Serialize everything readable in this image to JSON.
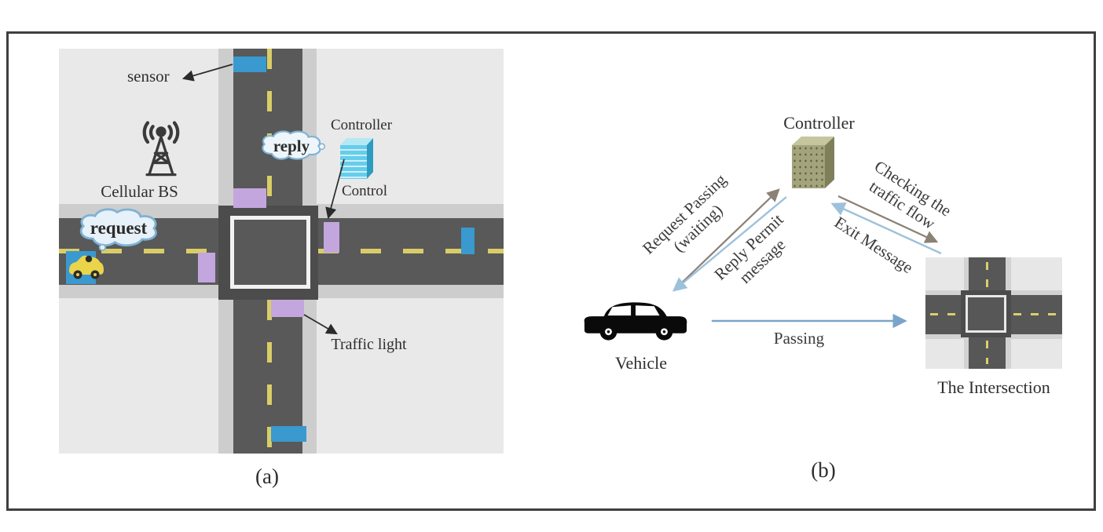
{
  "panel_a": {
    "caption": "(a)",
    "labels": {
      "sensor": "sensor",
      "cellular_bs": "Cellular BS",
      "controller": "Controller",
      "control": "Control",
      "traffic_light": "Traffic light"
    },
    "clouds": {
      "request": "request",
      "reply": "reply"
    }
  },
  "panel_b": {
    "caption": "(b)",
    "nodes": {
      "controller": "Controller",
      "vehicle": "Vehicle",
      "intersection": "The Intersection"
    },
    "messages": [
      {
        "from": "vehicle",
        "to": "controller",
        "line1": "Request Passing",
        "line2": "(waiting)",
        "style": "gray"
      },
      {
        "from": "controller",
        "to": "vehicle",
        "line1": "Reply Permit",
        "line2": "message",
        "style": "blue"
      },
      {
        "from": "controller",
        "to": "intersection",
        "line1": "Checking the",
        "line2": "traffic flow",
        "style": "gray"
      },
      {
        "from": "intersection",
        "to": "controller",
        "line1": "Exit Message",
        "style": "blue"
      },
      {
        "from": "vehicle",
        "to": "intersection",
        "line1": "Passing",
        "style": "blue"
      }
    ]
  },
  "colors": {
    "road": "#595959",
    "shoulder": "#cdcdcd",
    "panel_background": "#e9e9e9",
    "lane_marking": "#d9cd68",
    "sensor": "#3a99cf",
    "traffic_light": "#c3a6de",
    "car_body": "#e9d44a",
    "arrow_gray": "#8b8174",
    "arrow_blue": "#9dc1db",
    "arrow_passing": "#7aa5cb",
    "controller_a": "#66cdeb",
    "controller_b": "#a4a47c"
  }
}
